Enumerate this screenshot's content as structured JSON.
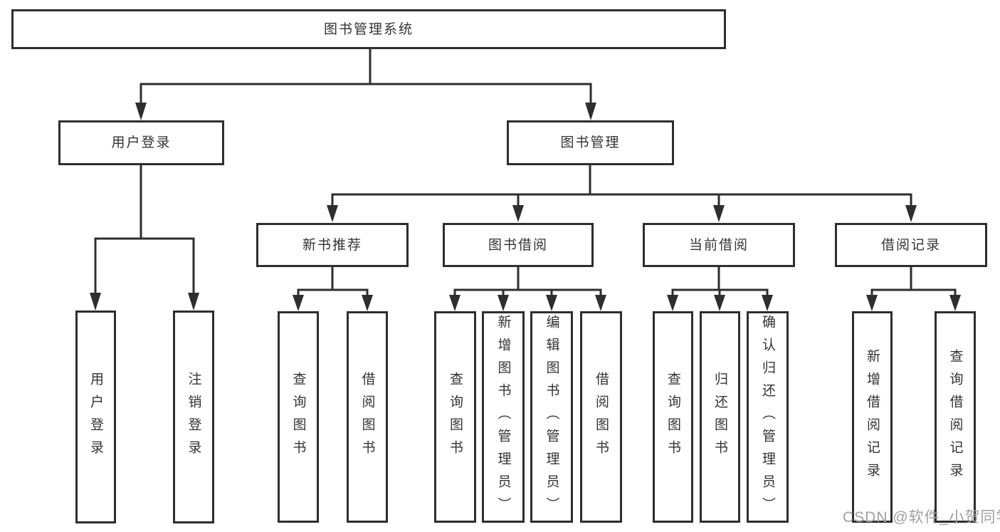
{
  "diagram": {
    "root_label": "图书管理系统",
    "branches": [
      {
        "label": "用户登录",
        "children": [
          "用户登录",
          "注销登录"
        ]
      },
      {
        "label": "图书管理",
        "groups": [
          {
            "label": "新书推荐",
            "children": [
              "查询图书",
              "借阅图书"
            ]
          },
          {
            "label": "图书借阅",
            "children": [
              "查询图书",
              "新增图书（管理员）",
              "编辑图书（管理员）",
              "借阅图书"
            ]
          },
          {
            "label": "当前借阅",
            "children": [
              "查询图书",
              "归还图书",
              "确认归还（管理员）"
            ]
          },
          {
            "label": "借阅记录",
            "children": [
              "新增借阅记录",
              "查询借阅记录"
            ]
          }
        ]
      }
    ]
  },
  "watermark": {
    "text": "CSDN @软件_小贺同学"
  },
  "colors": {
    "line": "#2e2e2e",
    "box_border": "#2e2e2e",
    "text": "#333333",
    "watermark": "#a0a0a0",
    "background": "#ffffff"
  }
}
